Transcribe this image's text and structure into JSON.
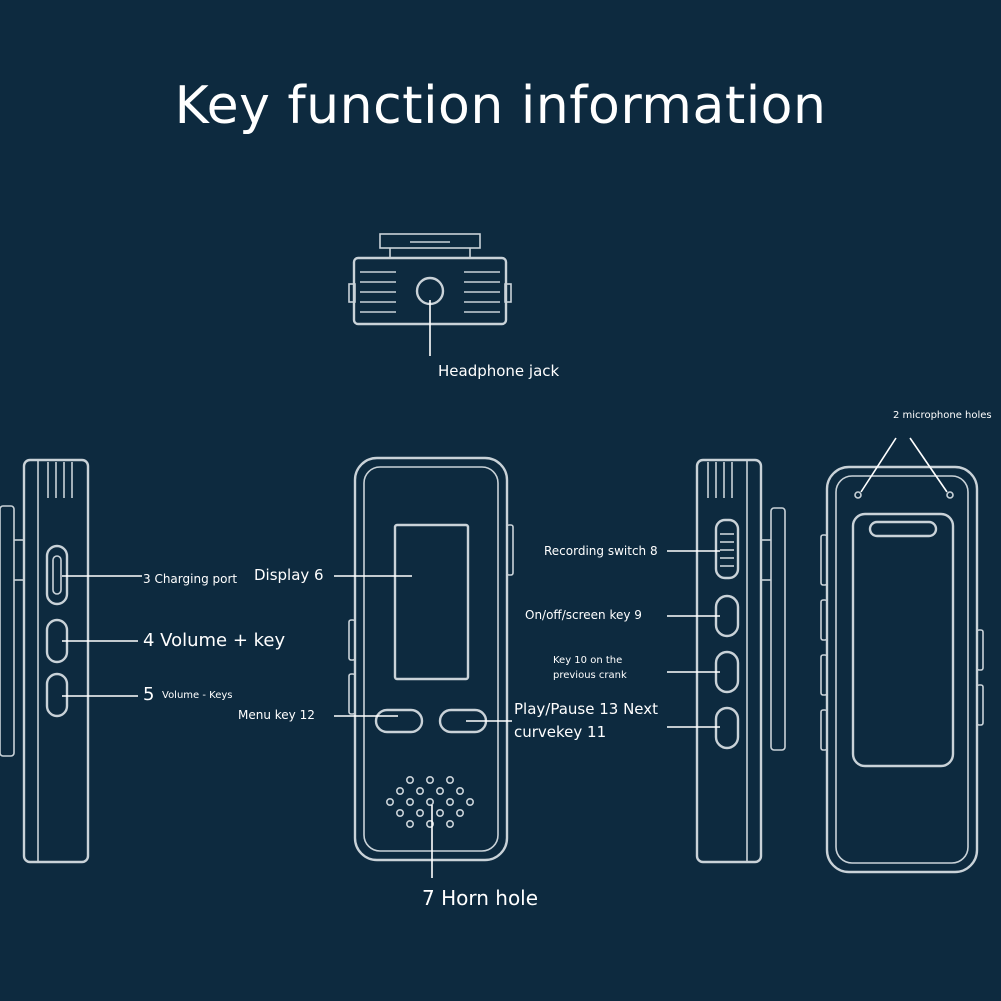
{
  "title": "Key function information",
  "labels": {
    "headphone_jack": "Headphone jack",
    "microphone_holes": "2 microphone holes",
    "charging_port": "3 Charging port",
    "volume_plus": "4 Volume + key",
    "volume_minus_num": "5",
    "volume_minus_text": "Volume - Keys",
    "display": "Display 6",
    "horn_hole": "7 Horn hole",
    "recording_switch": "Recording switch 8",
    "onoff_key": "On/off/screen key 9",
    "key10_line1": "Key 10 on the",
    "key10_line2": "previous crank",
    "menu_key": "Menu key 12",
    "play_pause_line1": "Play/Pause 13 Next",
    "play_pause_line2": "curvekey 11"
  },
  "colors": {
    "background": "#0d2a3f",
    "line": "#ffffff",
    "device_outline": "#c9d2d8"
  }
}
